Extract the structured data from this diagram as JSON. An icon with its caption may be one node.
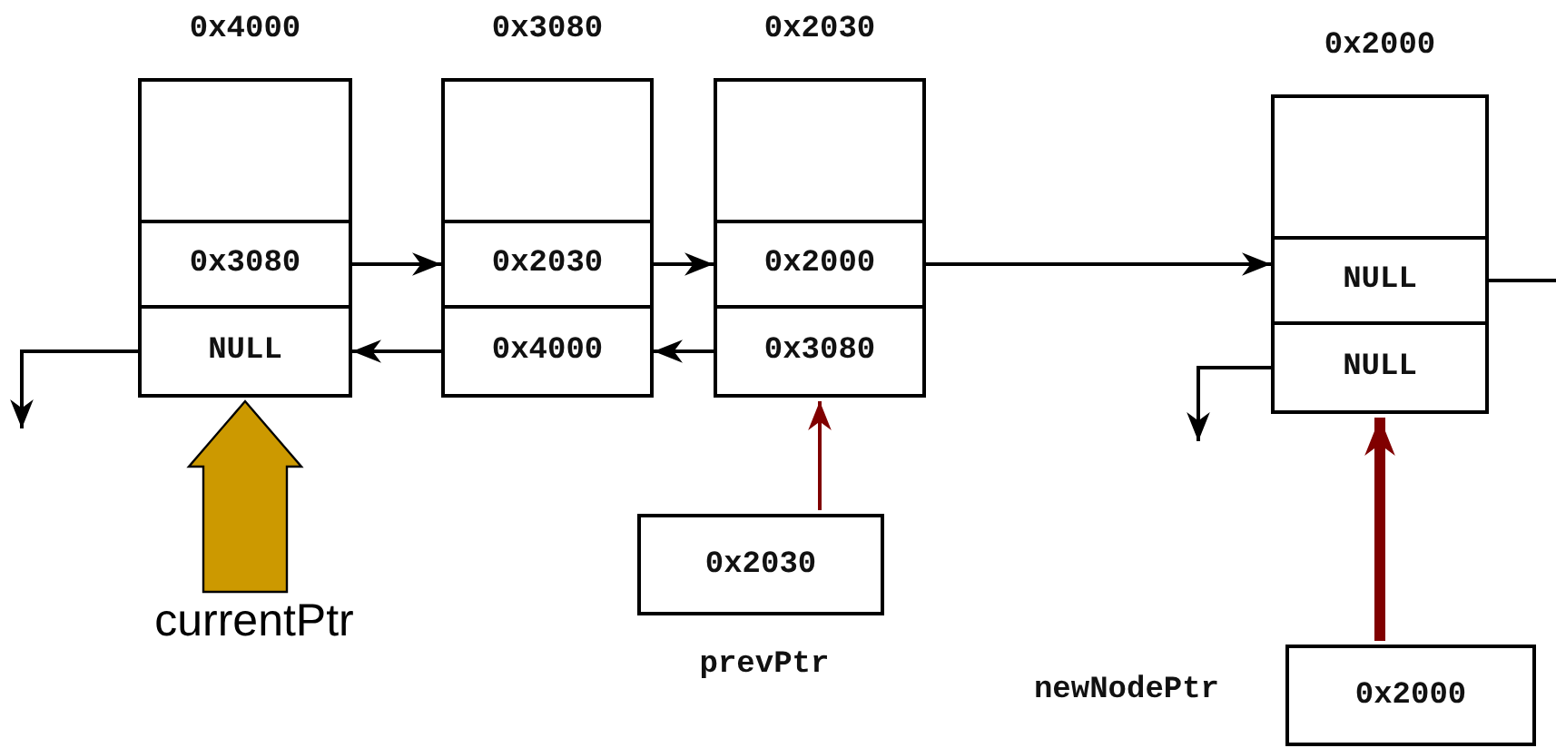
{
  "diagram": {
    "nodes": [
      {
        "text": [
          "0x4000"
        ]
      },
      {
        "text": [],
        "shape": "box",
        "in": 0
      },
      {
        "text": [
          "0x3080"
        ],
        "in": 0
      },
      {
        "text": [
          "NULL"
        ],
        "in": 0
      },
      {
        "text": [
          "0x3080"
        ]
      },
      {
        "text": [],
        "shape": "box",
        "in": 4
      },
      {
        "text": [
          "0x2030"
        ],
        "in": 4
      },
      {
        "text": [
          "0x4000"
        ],
        "in": 4
      },
      {
        "text": [
          "0x2030"
        ]
      },
      {
        "text": [],
        "shape": "box",
        "in": 8
      },
      {
        "text": [
          "0x2000"
        ],
        "in": 8
      },
      {
        "text": [
          "0x3080"
        ],
        "in": 8
      },
      {
        "text": [
          "0x2000"
        ]
      },
      {
        "text": [],
        "shape": "box",
        "in": 12
      },
      {
        "text": [
          "NULL"
        ],
        "in": 12
      },
      {
        "text": [
          "NULL"
        ],
        "in": 12
      },
      {
        "text": [
          "0x2030"
        ],
        "beside": [
          "prevPtr"
        ]
      },
      {
        "text": [
          "0x2000"
        ],
        "beside": [
          "newNodePtr"
        ]
      },
      {
        "text": [
          "currentPtr"
        ]
      }
    ],
    "edges": [
      {
        "from": 2,
        "to": 4,
        "arrow": "to"
      },
      {
        "from": 6,
        "to": 8,
        "arrow": "to"
      },
      {
        "from": 10,
        "to": 12,
        "arrow": "to"
      },
      {
        "from": 7,
        "to": 0,
        "arrow": "to"
      },
      {
        "from": 11,
        "to": 4,
        "arrow": "to"
      },
      {
        "from": 3,
        "to": null,
        "arrow": "to"
      },
      {
        "from": 15,
        "to": null,
        "arrow": "to"
      },
      {
        "from": 14,
        "to": null,
        "arrow": "none"
      },
      {
        "from": 16,
        "to": 8,
        "arrow": "to",
        "color": "#800000"
      },
      {
        "from": 17,
        "to": 12,
        "arrow": "to",
        "style": "thick",
        "color": "#800000"
      },
      {
        "from": 18,
        "to": 0,
        "arrow": "to",
        "style": "thick",
        "color": "#cc9900"
      }
    ]
  }
}
